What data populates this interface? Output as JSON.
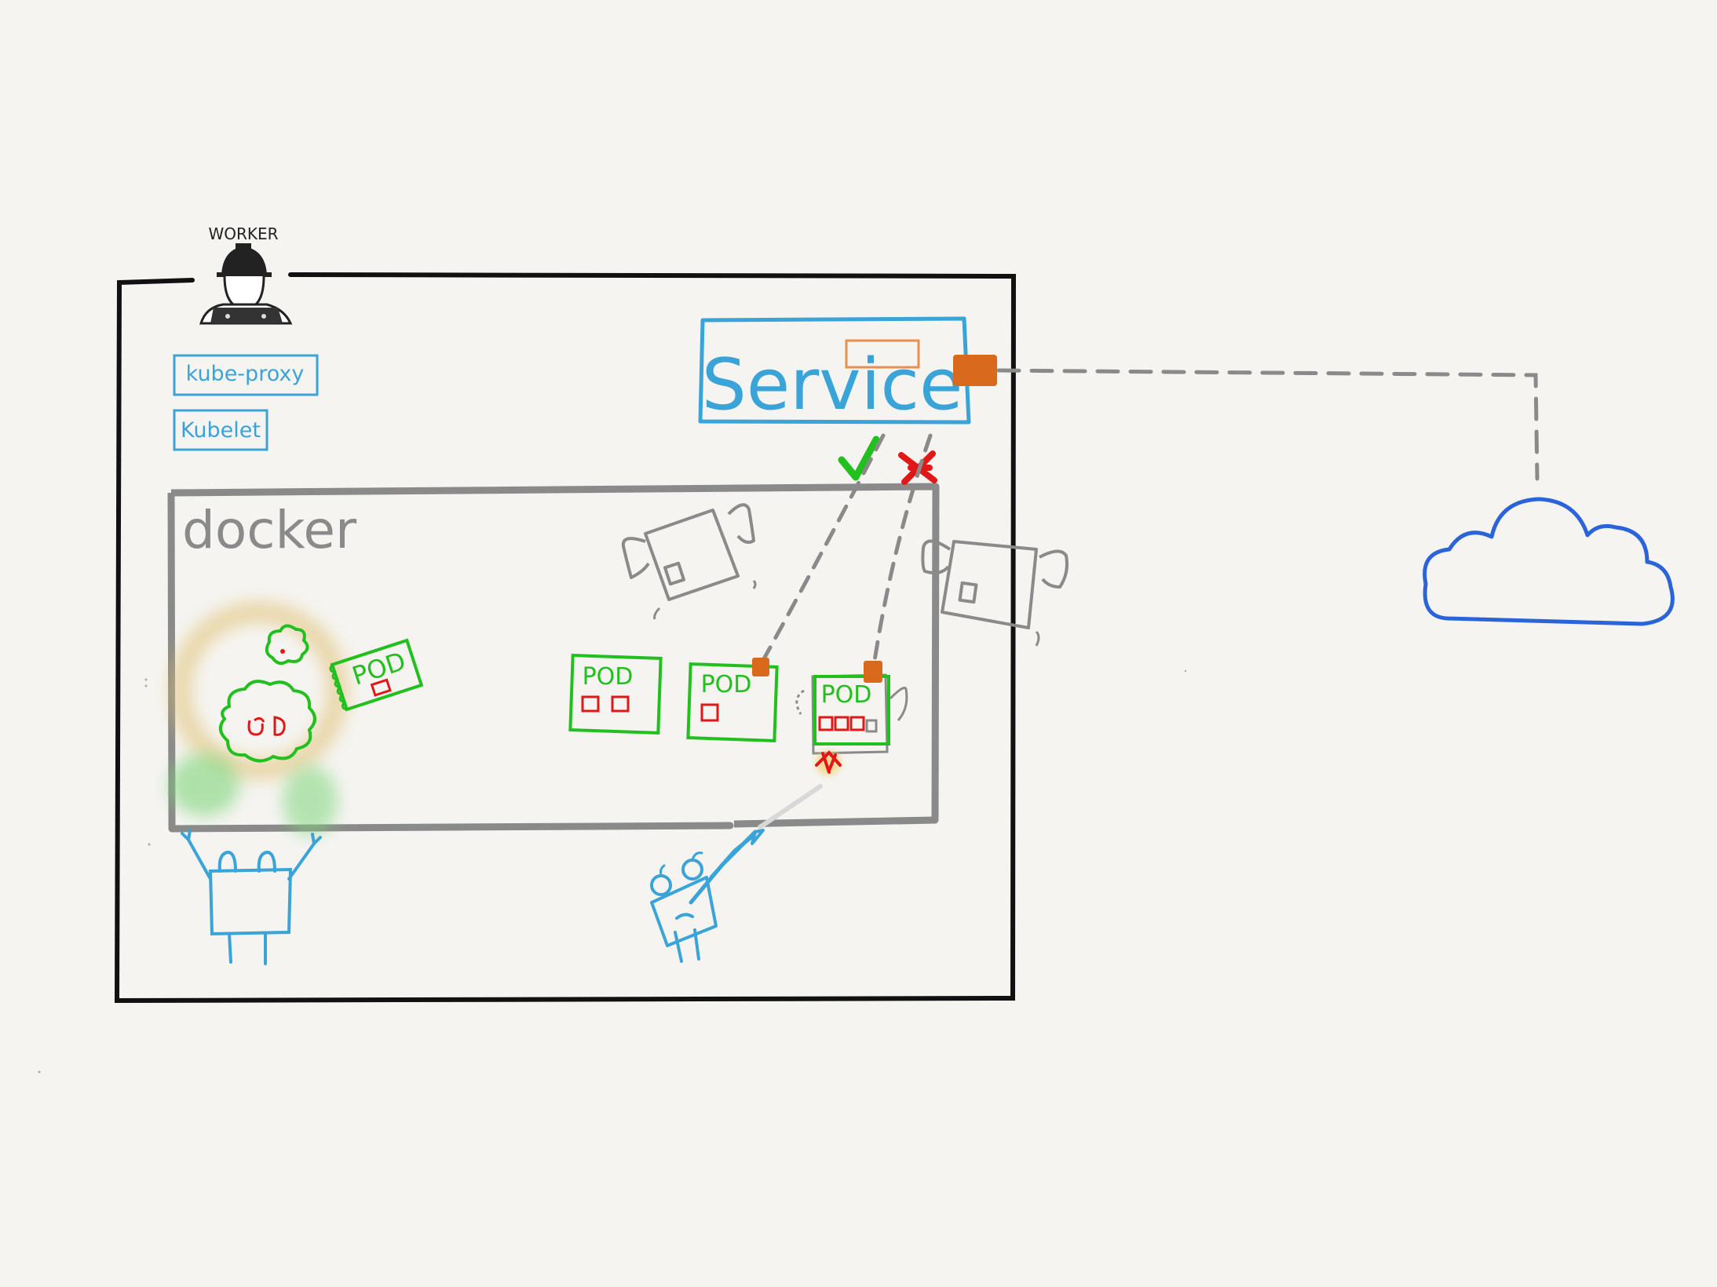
{
  "worker": {
    "label": "WORKER"
  },
  "components": {
    "kube_proxy": "kube-proxy",
    "kubelet": "Kubelet"
  },
  "docker": {
    "label": "docker"
  },
  "service": {
    "label": "Service"
  },
  "pods": [
    {
      "label": "POD",
      "state": "healthy"
    },
    {
      "label": "POD",
      "state": "healthy"
    },
    {
      "label": "POD",
      "state": "healthy"
    },
    {
      "label": "POD",
      "state": "being-shot"
    },
    {
      "label": "POD",
      "state": "spawning"
    }
  ],
  "routing": {
    "ok_mark": "✔",
    "fail_mark": "✘"
  },
  "colors": {
    "outline": "#111111",
    "docker": "#8a8a8a",
    "pod": "#22c01e",
    "pod_container": "#e01818",
    "component": "#3aa3d8",
    "service": "#3aa3d8",
    "endpoint": "#d9691c",
    "cloud": "#2a64d8",
    "ok": "#22c01e",
    "fail": "#e01818",
    "glow_gold": "#e0c070",
    "glow_green": "#7ed67a"
  }
}
